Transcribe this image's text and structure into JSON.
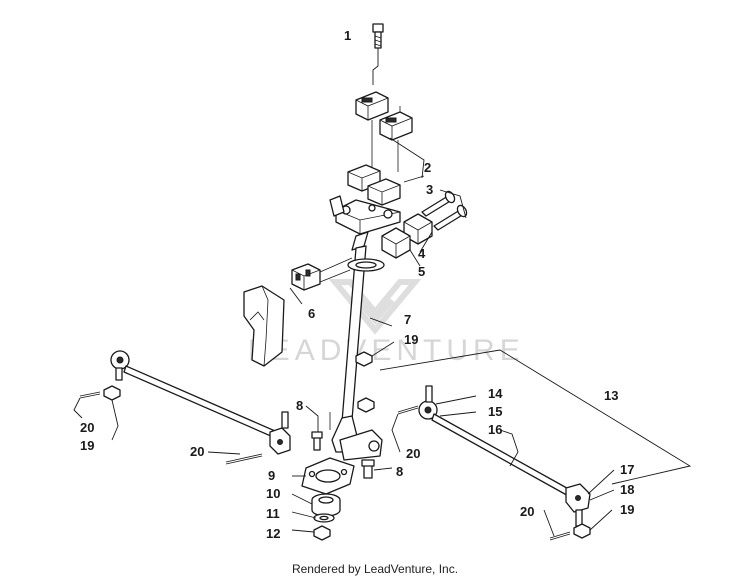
{
  "watermark": "LEADVENTURE",
  "footer": "Rendered by LeadVenture, Inc.",
  "callouts": {
    "c1": "1",
    "c2": "2",
    "c3": "3",
    "c4": "4",
    "c5": "5",
    "c6": "6",
    "c7": "7",
    "c8a": "8",
    "c8b": "8",
    "c9": "9",
    "c10": "10",
    "c11": "11",
    "c12": "12",
    "c13": "13",
    "c14": "14",
    "c15": "15",
    "c16": "16",
    "c17": "17",
    "c18": "18",
    "c19a": "19",
    "c19b": "19",
    "c19c": "19",
    "c20a": "20",
    "c20b": "20",
    "c20c": "20",
    "c20d": "20"
  }
}
